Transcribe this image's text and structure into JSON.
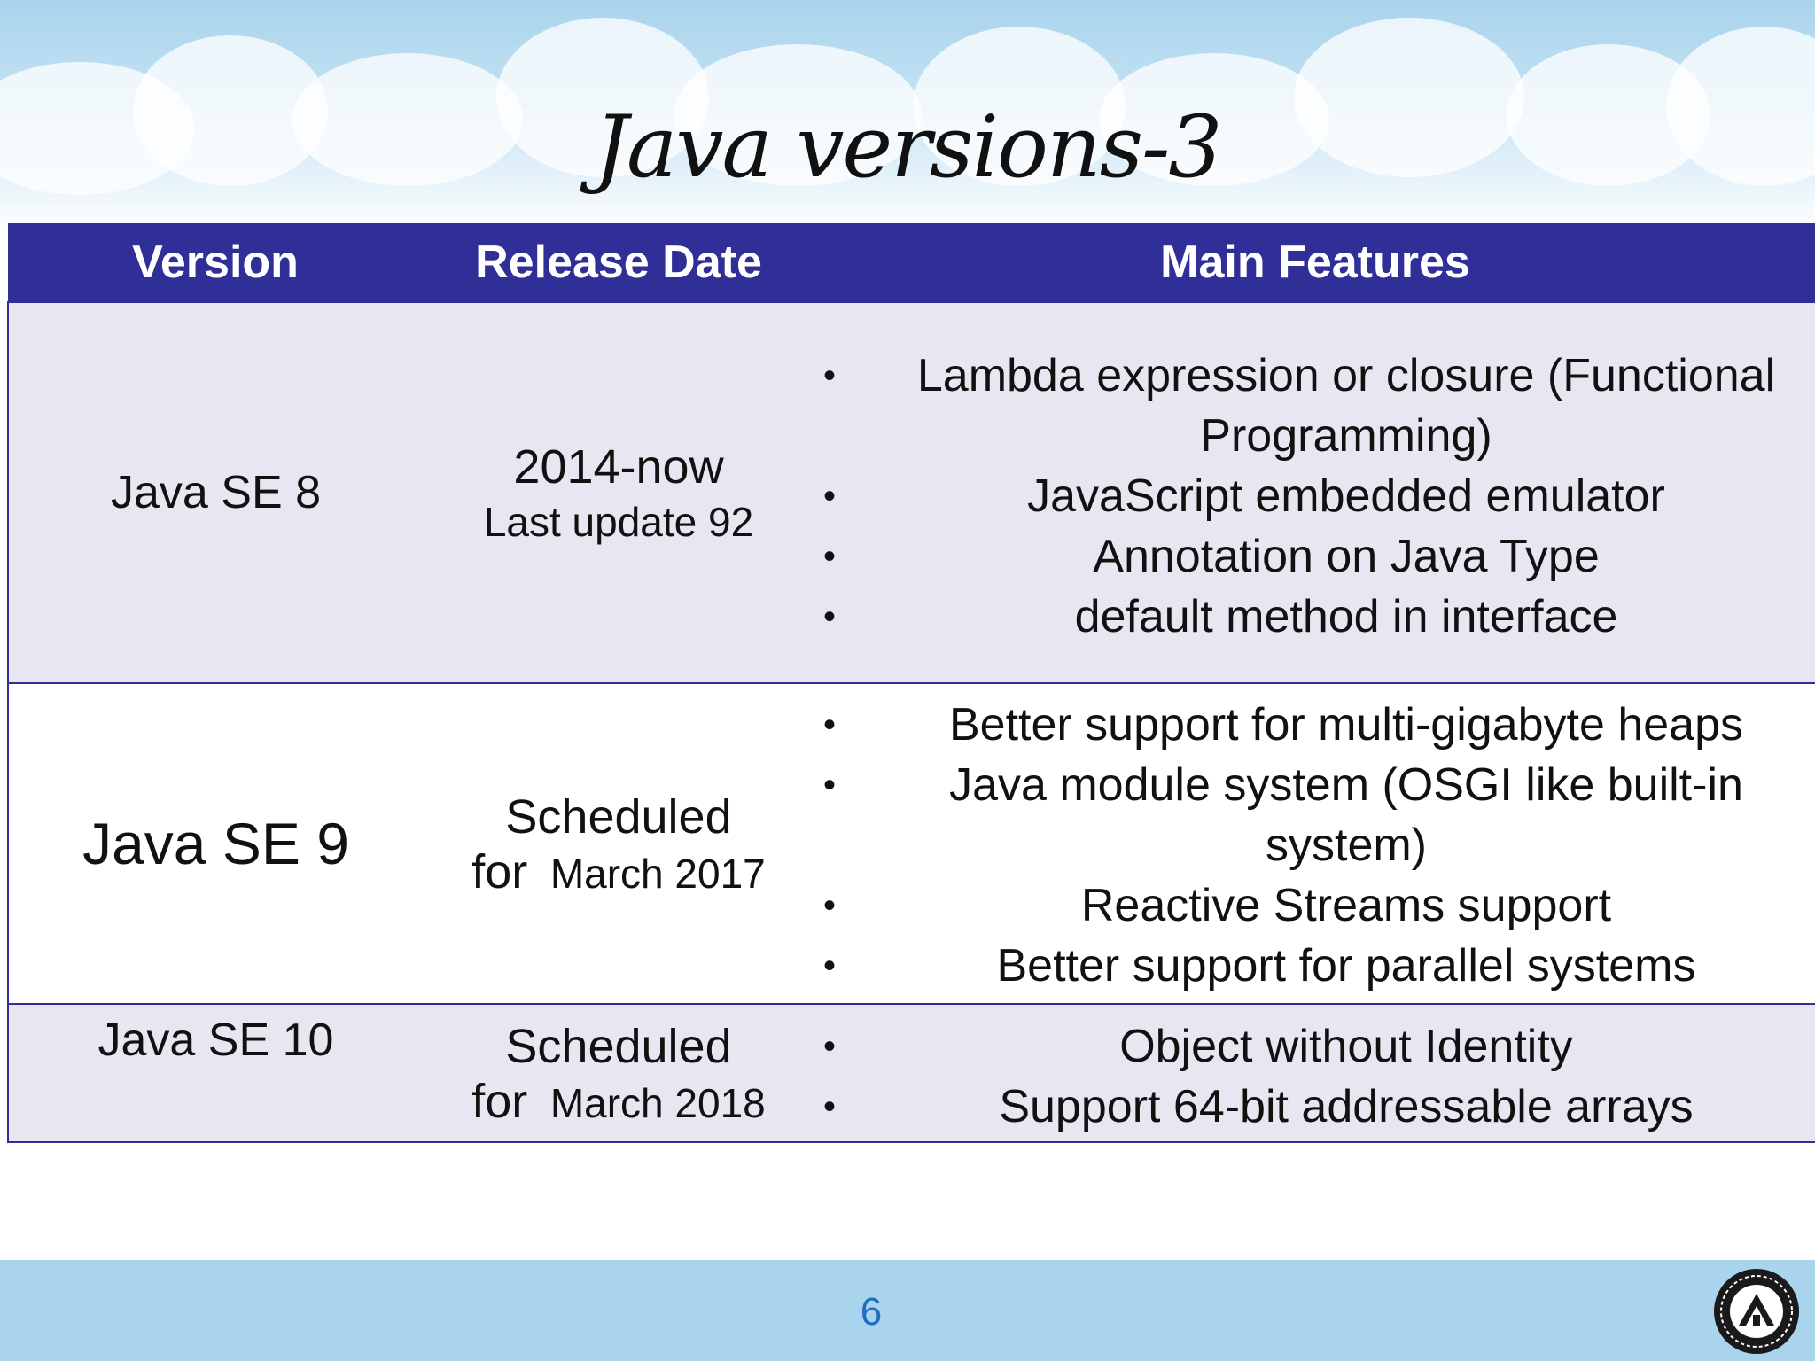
{
  "slide": {
    "title": "Java versions-3",
    "page_number": "6"
  },
  "table": {
    "headers": [
      "Version",
      "Release Date",
      "Main Features"
    ],
    "rows": [
      {
        "version": "Java SE 8",
        "date_main": "2014-now",
        "date_sub": "Last update 92",
        "features": [
          "Lambda expression or closure (Functional Programming)",
          "JavaScript embedded emulator",
          "Annotation on Java Type",
          "default method in interface"
        ]
      },
      {
        "version": "Java SE 9",
        "date_main": "Scheduled",
        "date_for": "for",
        "date_month": "March 2017",
        "features": [
          "Better support for multi-gigabyte heaps",
          "Java module system (OSGI like built-in system)",
          "Reactive Streams support",
          "Better support for parallel systems"
        ]
      },
      {
        "version": "Java SE 10",
        "date_main": "Scheduled",
        "date_for": "for",
        "date_month": "March 2018",
        "features": [
          "Object without Identity",
          "Support 64-bit addressable arrays"
        ]
      }
    ]
  },
  "colors": {
    "header_bg": "#2f2f97",
    "row_shade": "#e8e7f1",
    "footer_bg": "#aad4ee",
    "page_number": "#1f6fbf"
  },
  "icons": {
    "seal": "university-seal-icon"
  }
}
